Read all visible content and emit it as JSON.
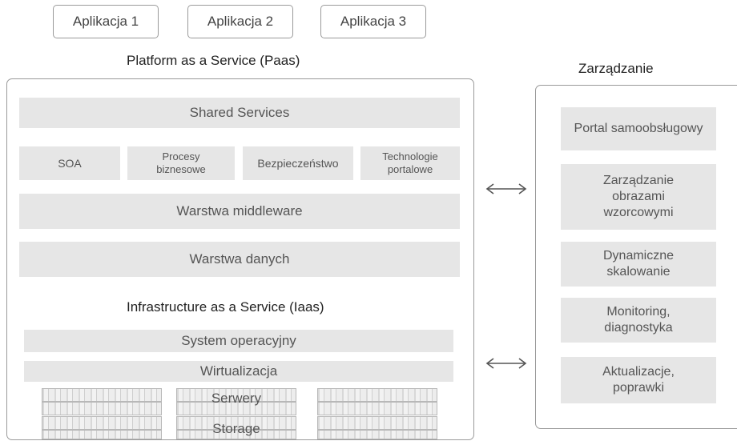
{
  "applications": [
    "Aplikacja 1",
    "Aplikacja 2",
    "Aplikacja 3"
  ],
  "paas": {
    "title": "Platform as a Service (Paas)",
    "shared_services": "Shared Services",
    "services": [
      "SOA",
      "Procesy biznesowe",
      "Bezpieczeństwo",
      "Technologie portalowe"
    ],
    "middleware": "Warstwa middleware",
    "data_layer": "Warstwa danych"
  },
  "iaas": {
    "title": "Infrastructure as a Service (Iaas)",
    "os": "System operacyjny",
    "virtualization": "Wirtualizacja",
    "servers": "Serwery",
    "storage": "Storage"
  },
  "management": {
    "title": "Zarządzanie",
    "items": [
      "Portal samoobsługowy",
      "Zarządzanie obrazami wzorcowymi",
      "Dynamiczne skalowanie",
      "Monitoring, diagnostyka",
      "Aktualizacje, poprawki"
    ]
  },
  "colors": {
    "band": "#e6e6e6",
    "border": "#9a9a9a",
    "text": "#555555"
  },
  "icons": [
    "double-arrow-icon",
    "server-rack-icon"
  ]
}
